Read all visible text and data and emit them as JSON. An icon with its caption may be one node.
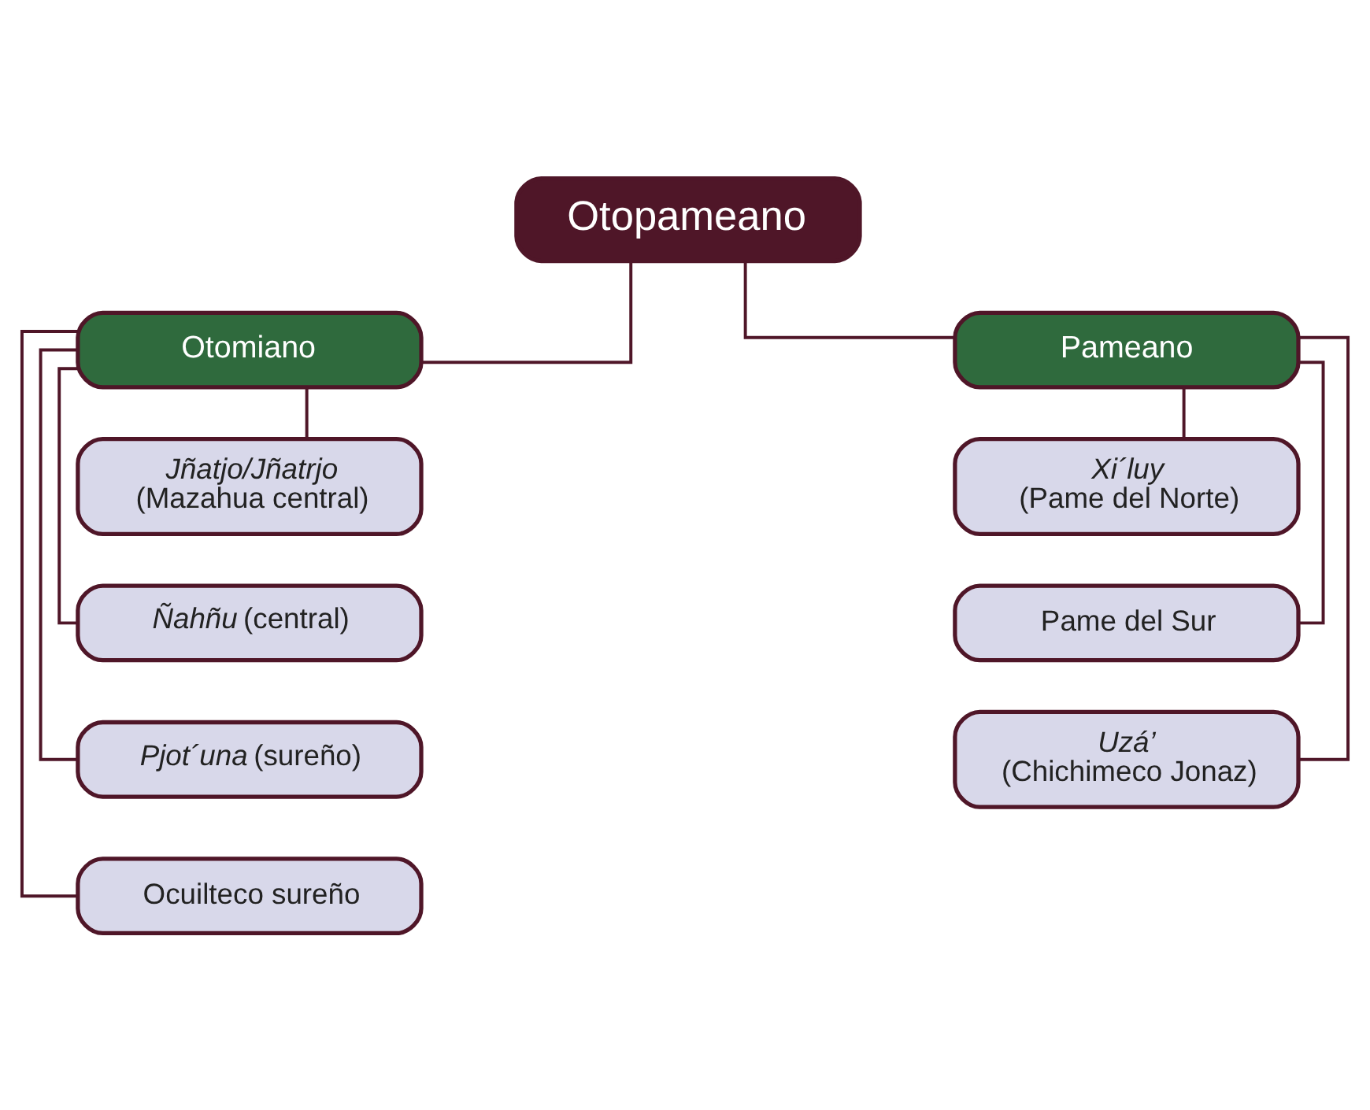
{
  "diagram": {
    "nodes": [
      {
        "text": [
          "Otopameano"
        ]
      },
      {
        "text": [
          "Otomiano"
        ]
      },
      {
        "text": [
          "Pameano"
        ]
      },
      {
        "text": [
          "*Jñatjo/Jñatrjo* (Mazahua central)"
        ]
      },
      {
        "text": [
          "*Ñahñu* (central)"
        ]
      },
      {
        "text": [
          "*Pjot´una* (sureño)"
        ]
      },
      {
        "text": [
          "Ocuilteco sureño"
        ]
      },
      {
        "text": [
          "*Xi´luy* (Pame del Norte)"
        ]
      },
      {
        "text": [
          "Pame del Sur"
        ]
      },
      {
        "text": [
          "*Uzá’* (Chichimeco Jonaz)"
        ]
      }
    ],
    "edges": [
      {
        "from": 0,
        "to": 1,
        "arrow": "none"
      },
      {
        "from": 0,
        "to": 2,
        "arrow": "none"
      },
      {
        "from": 1,
        "to": 3,
        "arrow": "none"
      },
      {
        "from": 1,
        "to": 4,
        "arrow": "none"
      },
      {
        "from": 1,
        "to": 5,
        "arrow": "none"
      },
      {
        "from": 1,
        "to": 6,
        "arrow": "none"
      },
      {
        "from": 2,
        "to": 7,
        "arrow": "none"
      },
      {
        "from": 2,
        "to": 8,
        "arrow": "none"
      },
      {
        "from": 2,
        "to": 9,
        "arrow": "none"
      }
    ]
  }
}
